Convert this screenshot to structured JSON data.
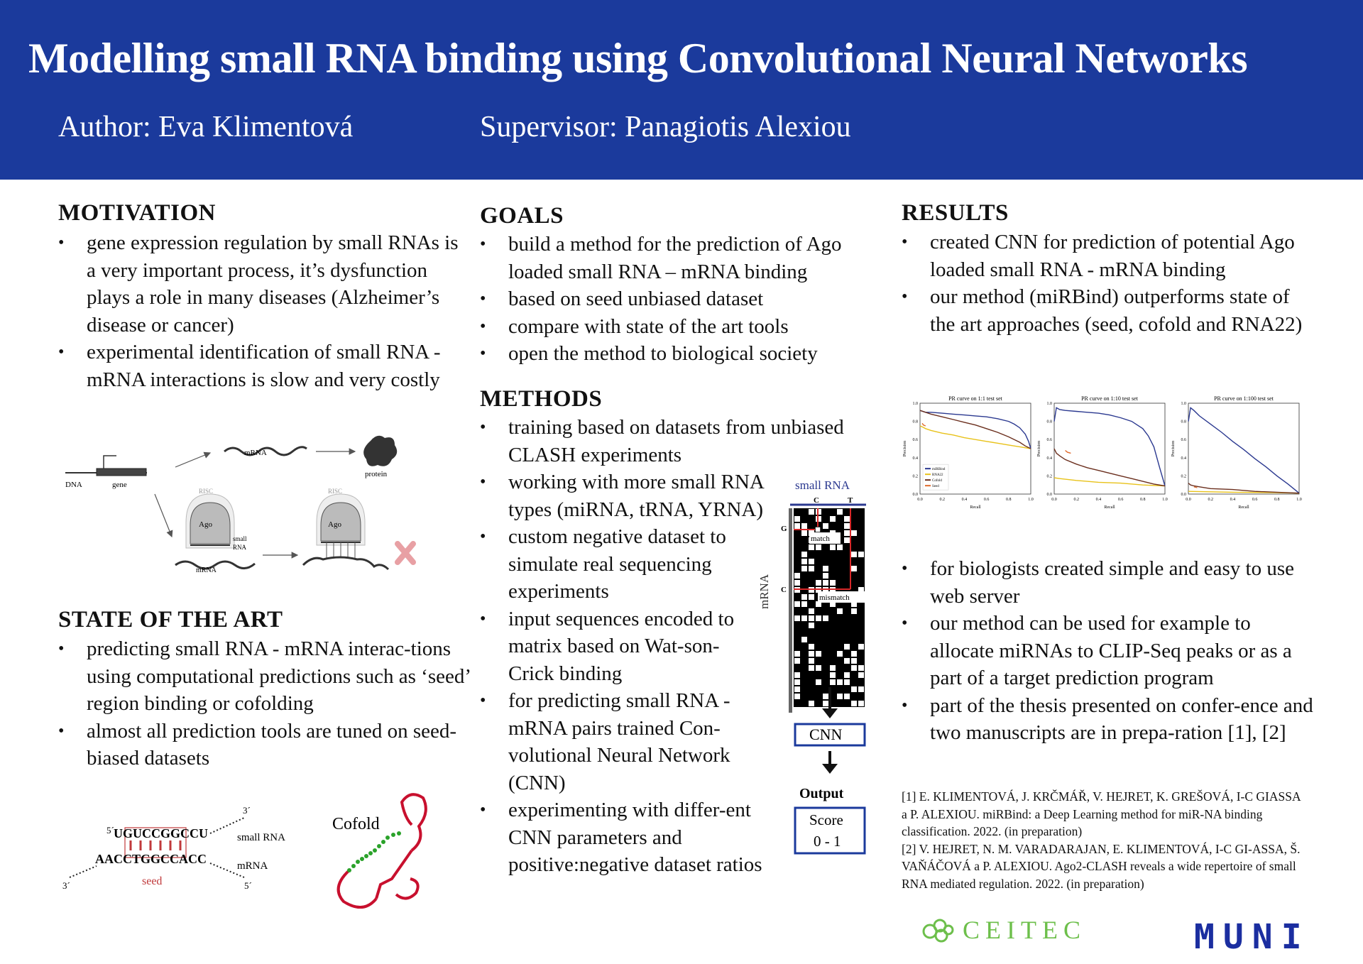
{
  "header": {
    "title": "Modelling small RNA binding using Convolutional Neural Networks",
    "author": "Author: Eva Klimentová",
    "supervisor": "Supervisor: Panagiotis Alexiou"
  },
  "motivation": {
    "title": "MOTIVATION",
    "items": [
      "gene expression regulation by small RNAs is a very important process, it’s dysfunction plays a role in many diseases (Alzheimer’s disease or cancer)",
      "experimental identification of small RNA - mRNA interactions is slow and very costly"
    ],
    "figure": {
      "dna": "DNA",
      "gene": "gene",
      "mrna_top": "mRNA",
      "protein": "protein",
      "risc1": "RISC",
      "ago1": "Ago",
      "small_rna": "small",
      "rna": "RNA",
      "mrna_bottom": "mRNA",
      "risc2": "RISC",
      "ago2": "Ago"
    }
  },
  "state_of_art": {
    "title": "STATE OF THE ART",
    "items": [
      "predicting small RNA - mRNA interac-tions using computational predictions such as ‘seed’ region binding or cofolding",
      "almost all prediction tools are tuned on seed-biased datasets"
    ],
    "figure": {
      "five_prime_top": "5´",
      "three_prime_top": "3´",
      "small_rna_seq": "UGUCCGGCCU",
      "small_rna_label": "small RNA",
      "mrna_seq": "AACCTGGCCACC",
      "mrna_label": "mRNA",
      "three_prime_bottom": "3´",
      "five_prime_bottom": "5´",
      "seed": "seed",
      "cofold": "Cofold"
    }
  },
  "goals": {
    "title": "GOALS",
    "items": [
      "build a method for the prediction of Ago loaded small RNA – mRNA binding",
      "based on seed unbiased dataset",
      "compare with state of the art tools",
      "open the method to biological society"
    ]
  },
  "methods": {
    "title": "METHODS",
    "items": [
      "training based on datasets from unbiased CLASH experiments",
      "working with more small RNA types (miRNA, tRNA, YRNA)",
      "custom negative dataset to simulate real sequencing experiments",
      "input sequences encoded to matrix based on Wat-son-Crick binding",
      "for predicting small RNA - mRNA pairs trained Con-volutional Neural Network (CNN)",
      "experimenting with differ-ent CNN parameters and positive:negative dataset ratios"
    ],
    "figure": {
      "small_rna": "small RNA",
      "c_top": "C",
      "t_top": "T",
      "g_left": "G",
      "c_left": "C",
      "match": "match",
      "mismatch": "mismatch",
      "mrna": "mRNA",
      "cnn": "CNN",
      "output": "Output",
      "score": "Score",
      "range": "0 - 1"
    }
  },
  "results": {
    "title": "RESULTS",
    "items_top": [
      "created CNN for prediction of potential Ago loaded small RNA - mRNA binding",
      "our method (miRBind) outperforms state of the art approaches (seed, cofold and RNA22)"
    ],
    "items_bottom": [
      "for biologists created simple and easy to use web server",
      "our method can be used for example to allocate miRNAs to CLIP-Seq peaks or as a part of a target prediction program",
      "part of the thesis presented on confer-ence and two manuscripts are in prepa-ration [1], [2]"
    ],
    "references": [
      "[1] E. KLIMENTOVÁ, J. KRČMÁŘ, V. HEJRET, K. GREŠOVÁ, I-C GIASSA a P. ALEXIOU. miRBind: a Deep Learning method for miR-NA binding classification. 2022. (in preparation)",
      "[2] V. HEJRET, N. M. VARADARAJAN, E. KLIMENTOVÁ, I-C GI-ASSA, Š. VAŇÁČOVÁ a P. ALEXIOU. Ago2-CLASH reveals a wide repertoire of small RNA mediated regulation. 2022. (in preparation)"
    ]
  },
  "chart_data": [
    {
      "type": "line",
      "title": "PR curve on 1:1 test set",
      "xlabel": "Recall",
      "ylabel": "Precision",
      "xlim": [
        0,
        1
      ],
      "ylim": [
        0,
        1
      ],
      "xticks": [
        "0.0",
        "0.2",
        "0.4",
        "0.6",
        "0.8",
        "1.0"
      ],
      "yticks": [
        "0.0",
        "0.2",
        "0.4",
        "0.6",
        "0.8",
        "1.0"
      ],
      "legend_position": "lower-left",
      "series": [
        {
          "name": "miRBind",
          "color": "#2b3990",
          "x": [
            0,
            0.05,
            0.1,
            0.2,
            0.3,
            0.4,
            0.5,
            0.6,
            0.7,
            0.8,
            0.85,
            0.9,
            0.95,
            0.98,
            1.0
          ],
          "y": [
            0.92,
            0.9,
            0.9,
            0.89,
            0.88,
            0.87,
            0.86,
            0.85,
            0.83,
            0.8,
            0.77,
            0.73,
            0.66,
            0.58,
            0.5
          ]
        },
        {
          "name": "RNA22",
          "color": "#e8c21a",
          "x": [
            0,
            0.02,
            0.05,
            0.1,
            0.2,
            0.3,
            0.4,
            0.5,
            0.6,
            0.7,
            0.8,
            0.9,
            1.0
          ],
          "y": [
            0.75,
            0.74,
            0.72,
            0.7,
            0.67,
            0.65,
            0.62,
            0.6,
            0.58,
            0.56,
            0.54,
            0.52,
            0.5
          ]
        },
        {
          "name": "Cofold",
          "color": "#6b2f1e",
          "x": [
            0,
            0.05,
            0.1,
            0.2,
            0.3,
            0.4,
            0.5,
            0.6,
            0.7,
            0.8,
            0.9,
            0.95,
            1.0
          ],
          "y": [
            0.92,
            0.9,
            0.88,
            0.85,
            0.82,
            0.79,
            0.76,
            0.72,
            0.68,
            0.63,
            0.57,
            0.53,
            0.5
          ]
        },
        {
          "name": "Seed",
          "color": "#e06a2b",
          "x": [
            0.02,
            0.03,
            0.05
          ],
          "y": [
            0.78,
            0.76,
            0.75
          ]
        }
      ]
    },
    {
      "type": "line",
      "title": "PR curve on 1:10 test set",
      "xlabel": "Recall",
      "ylabel": "Precision",
      "xlim": [
        0,
        1
      ],
      "ylim": [
        0,
        1
      ],
      "xticks": [
        "0.0",
        "0.2",
        "0.4",
        "0.6",
        "0.8",
        "1.0"
      ],
      "yticks": [
        "0.0",
        "0.2",
        "0.4",
        "0.6",
        "0.8",
        "1.0"
      ],
      "series": [
        {
          "name": "miRBind",
          "color": "#2b3990",
          "x": [
            0,
            0.02,
            0.05,
            0.1,
            0.2,
            0.3,
            0.4,
            0.5,
            0.6,
            0.7,
            0.8,
            0.85,
            0.9,
            0.95,
            1.0
          ],
          "y": [
            0.8,
            0.95,
            0.93,
            0.92,
            0.91,
            0.9,
            0.89,
            0.87,
            0.84,
            0.8,
            0.72,
            0.64,
            0.52,
            0.3,
            0.09
          ]
        },
        {
          "name": "RNA22",
          "color": "#e8c21a",
          "x": [
            0,
            0.05,
            0.2,
            0.4,
            0.6,
            0.8,
            1.0
          ],
          "y": [
            0.18,
            0.17,
            0.15,
            0.13,
            0.12,
            0.1,
            0.09
          ]
        },
        {
          "name": "Cofold",
          "color": "#6b2f1e",
          "x": [
            0,
            0.02,
            0.05,
            0.1,
            0.2,
            0.3,
            0.4,
            0.5,
            0.6,
            0.7,
            0.8,
            0.9,
            1.0
          ],
          "y": [
            0.5,
            0.45,
            0.42,
            0.38,
            0.33,
            0.29,
            0.26,
            0.23,
            0.2,
            0.17,
            0.14,
            0.11,
            0.09
          ]
        },
        {
          "name": "Seed",
          "color": "#e06a2b",
          "x": [
            0.1,
            0.12,
            0.15
          ],
          "y": [
            0.48,
            0.46,
            0.45
          ]
        }
      ]
    },
    {
      "type": "line",
      "title": "PR curve on 1:100 test set",
      "xlabel": "Recall",
      "ylabel": "Precision",
      "xlim": [
        0,
        1
      ],
      "ylim": [
        0,
        1
      ],
      "xticks": [
        "0.0",
        "0.2",
        "0.4",
        "0.6",
        "0.8",
        "1.0"
      ],
      "yticks": [
        "0.0",
        "0.2",
        "0.4",
        "0.6",
        "0.8",
        "1.0"
      ],
      "series": [
        {
          "name": "miRBind",
          "color": "#2b3990",
          "x": [
            0,
            0.02,
            0.05,
            0.1,
            0.2,
            0.3,
            0.4,
            0.5,
            0.6,
            0.7,
            0.8,
            0.9,
            1.0
          ],
          "y": [
            0.8,
            0.95,
            0.92,
            0.86,
            0.77,
            0.68,
            0.58,
            0.49,
            0.39,
            0.3,
            0.2,
            0.11,
            0.01
          ]
        },
        {
          "name": "RNA22",
          "color": "#e8c21a",
          "x": [
            0,
            0.2,
            0.4,
            0.6,
            0.8,
            1.0
          ],
          "y": [
            0.03,
            0.025,
            0.02,
            0.018,
            0.015,
            0.01
          ]
        },
        {
          "name": "Cofold",
          "color": "#6b2f1e",
          "x": [
            0,
            0.02,
            0.05,
            0.1,
            0.2,
            0.4,
            0.6,
            0.8,
            1.0
          ],
          "y": [
            0.12,
            0.1,
            0.09,
            0.08,
            0.06,
            0.05,
            0.03,
            0.02,
            0.01
          ]
        },
        {
          "name": "Seed",
          "color": "#e06a2b",
          "x": [
            0.05,
            0.08
          ],
          "y": [
            0.08,
            0.07
          ]
        }
      ]
    }
  ],
  "logos": {
    "ceitec": "CEITEC",
    "muni": "MUNI"
  }
}
